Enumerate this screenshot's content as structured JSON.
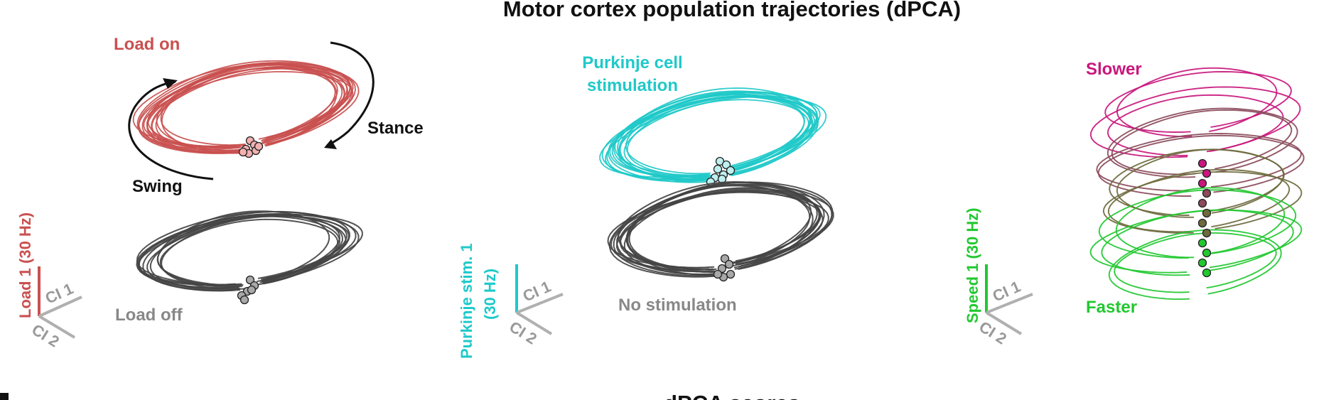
{
  "title": "Motor cortex population trajectories (dPCA)",
  "footer_title": "dPCA scores",
  "colors": {
    "load_on": "#c9504f",
    "load_off": "#444444",
    "stim": "#1fc9c9",
    "no_stim": "#444444",
    "slower": "#c8177d",
    "mid1": "#8a4a5a",
    "mid2": "#6e6a3e",
    "faster": "#22c830",
    "axis_grey": "#b0b0b0",
    "dot_light_red": "#f2b0b0",
    "dot_light_cyan": "#bff0f0",
    "dot_grey": "#a8a8a8"
  },
  "panels": [
    {
      "id": "load",
      "condition_a": "Load on",
      "condition_b": "Load off",
      "arrow_labels": {
        "swing": "Swing",
        "stance": "Stance"
      },
      "axis_vertical": "Load 1 (30 Hz)",
      "axis_ci1": "CI 1",
      "axis_ci2": "CI 2"
    },
    {
      "id": "stim",
      "condition_a_line1": "Purkinje cell",
      "condition_a_line2": "stimulation",
      "condition_b": "No stimulation",
      "axis_vertical_line1": "Purkinje stim. 1",
      "axis_vertical_line2": "(30 Hz)",
      "axis_ci1": "CI 1",
      "axis_ci2": "CI 2"
    },
    {
      "id": "speed",
      "condition_a": "Slower",
      "condition_b": "Faster",
      "axis_vertical": "Speed 1 (30 Hz)",
      "axis_ci1": "CI 1",
      "axis_ci2": "CI 2"
    }
  ]
}
